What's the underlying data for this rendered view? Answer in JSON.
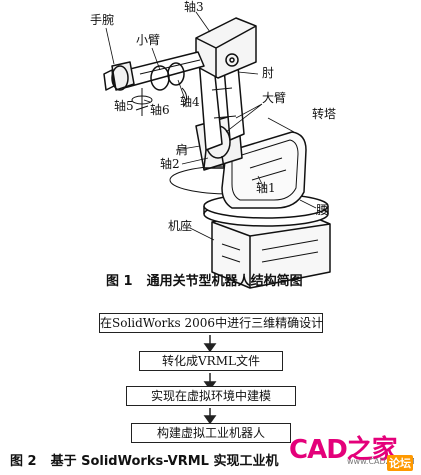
{
  "figure1": {
    "labels": {
      "wrist": "手腕",
      "forearm": "小臂",
      "axis3": "轴3",
      "elbow": "肘",
      "upper_arm": "大臂",
      "axis4": "轴4",
      "axis5": "轴5",
      "axis6": "轴6",
      "turret": "转塔",
      "shoulder": "肩",
      "axis2": "轴2",
      "axis1": "轴1",
      "waist": "腰",
      "base": "机座"
    },
    "caption_num": "图 1",
    "caption_text": "通用关节型机器人结构简图"
  },
  "figure2": {
    "steps": [
      "在SolidWorks 2006中进行三维精确设计",
      "转化成VRML文件",
      "实现在虚拟环境中建模",
      "构建虚拟工业机器人"
    ],
    "caption_num": "图 2",
    "caption_text": "基于 SolidWorks-VRML 实现工业机"
  },
  "watermark": {
    "brand": "CAD之家",
    "url": "www.CADZJ.COM",
    "tag": "论坛"
  }
}
